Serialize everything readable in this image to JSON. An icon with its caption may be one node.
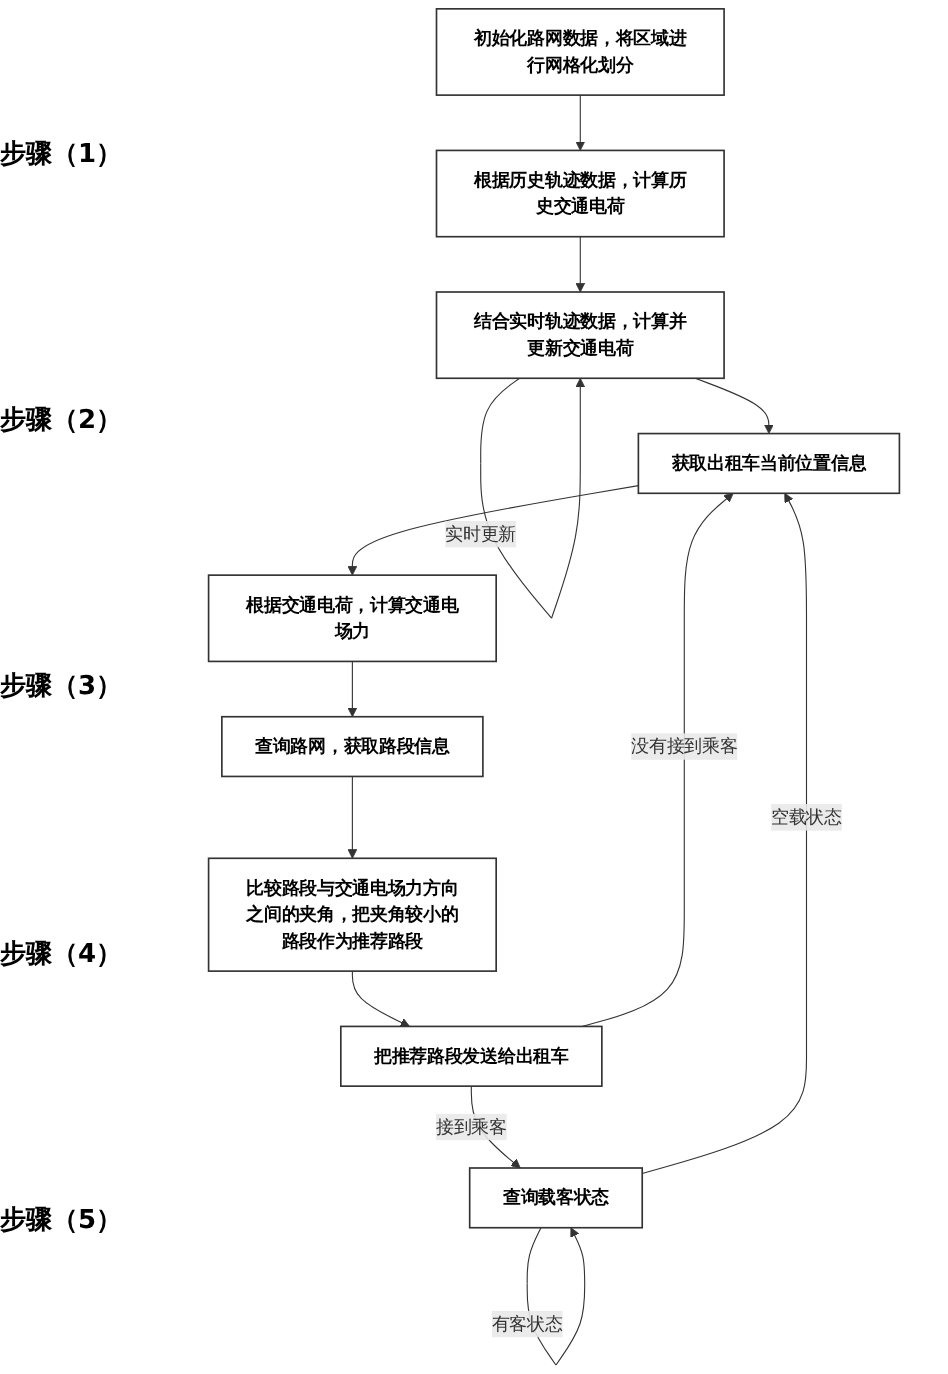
{
  "diagram": {
    "nodes": [
      {
        "text": [
          "初始化路网数据，将区域进行网格化划分"
        ]
      },
      {
        "text": [
          "根据历史轨迹数据，计算历史交通电荷"
        ]
      },
      {
        "text": [
          "结合实时轨迹数据，计算并更新交通电荷"
        ]
      },
      {
        "text": [
          "获取出租车当前位置信息"
        ]
      },
      {
        "text": [
          "根据交通电荷，计算交通电场力"
        ]
      },
      {
        "text": [
          "查询路网，获取路段信息"
        ]
      },
      {
        "text": [
          "比较路段与交通电场力方向之间的夹角，把夹角较小的路段作为推荐路段"
        ]
      },
      {
        "text": [
          "把推荐路段发送给出租车"
        ]
      },
      {
        "text": [
          "查询载客状态"
        ]
      }
    ],
    "edges": [
      {
        "from": 0,
        "to": 1,
        "arrow": "to"
      },
      {
        "from": 1,
        "to": 2,
        "arrow": "to"
      },
      {
        "from": 2,
        "to": 2,
        "arrow": "to",
        "label": "实时更新"
      },
      {
        "from": 2,
        "to": 3,
        "arrow": "to"
      },
      {
        "from": 3,
        "to": 4,
        "arrow": "to"
      },
      {
        "from": 4,
        "to": 5,
        "arrow": "to"
      },
      {
        "from": 5,
        "to": 6,
        "arrow": "to"
      },
      {
        "from": 6,
        "to": 7,
        "arrow": "to"
      },
      {
        "from": 7,
        "to": 3,
        "arrow": "to",
        "label": "没有接到乘客"
      },
      {
        "from": 7,
        "to": 8,
        "arrow": "to",
        "label": "接到乘客"
      },
      {
        "from": 8,
        "to": 3,
        "arrow": "to",
        "label": "空载状态"
      },
      {
        "from": 8,
        "to": 8,
        "arrow": "to",
        "label": "有客状态"
      }
    ],
    "labels": [
      "步骤（1）",
      "步骤（2）",
      "步骤（3）",
      "步骤（4）",
      "步骤（5）"
    ]
  }
}
